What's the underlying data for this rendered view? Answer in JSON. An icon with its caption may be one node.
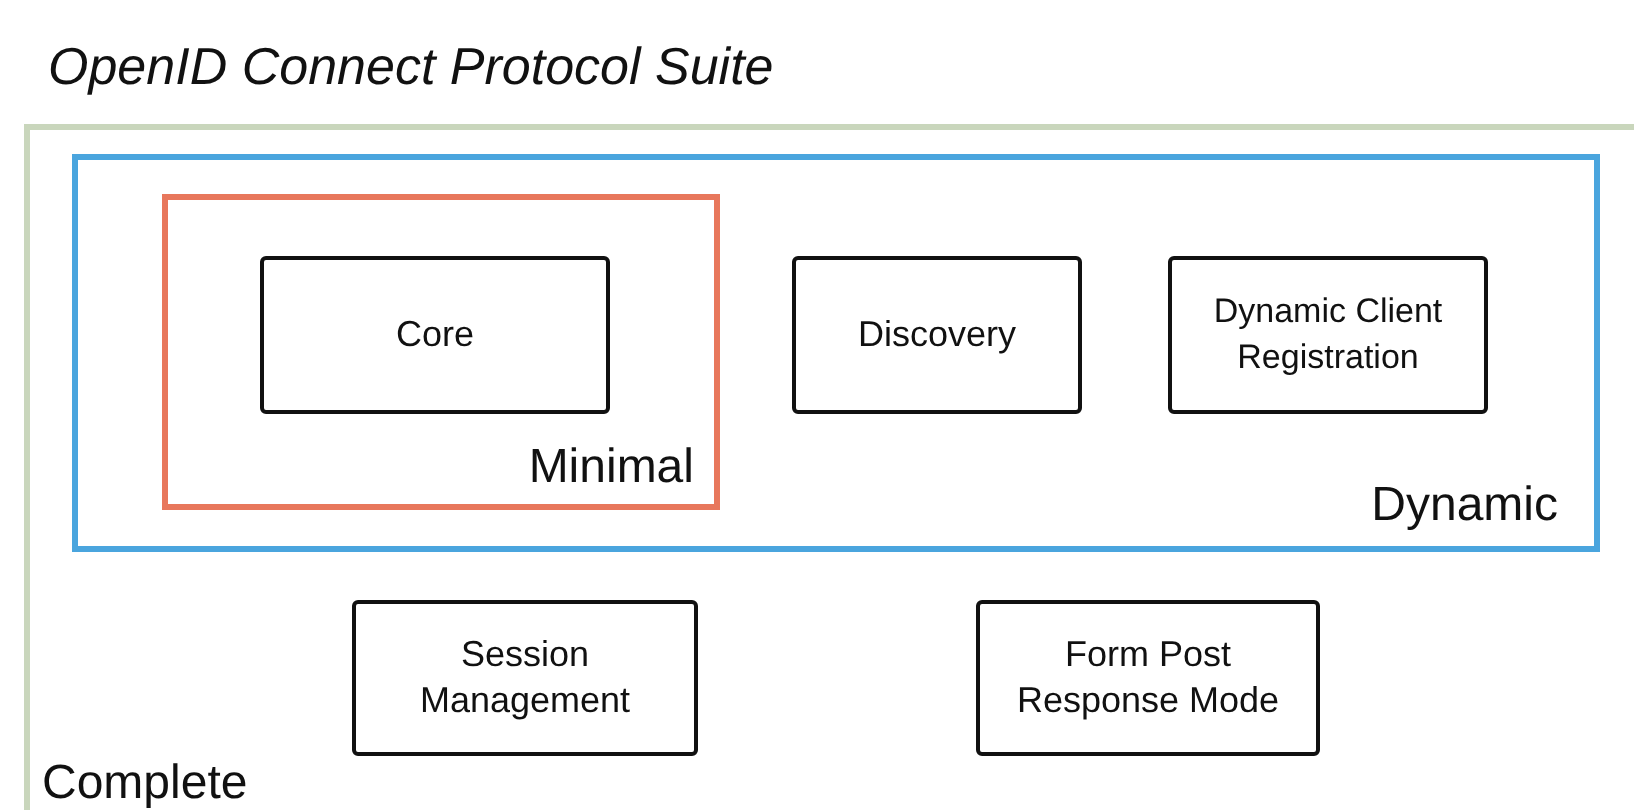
{
  "diagram": {
    "title": "OpenID Connect Protocol Suite",
    "nodes": [
      {
        "text": [
          "Complete"
        ]
      },
      {
        "text": [
          "Dynamic"
        ],
        "in": 0
      },
      {
        "text": [
          "Minimal"
        ],
        "in": 1
      },
      {
        "text": [
          "Core"
        ],
        "in": 2
      },
      {
        "text": [
          "Discovery"
        ],
        "in": 1
      },
      {
        "text": [
          "Dynamic Client Registration"
        ],
        "in": 1
      },
      {
        "text": [
          "Session Management"
        ],
        "in": 0
      },
      {
        "text": [
          "Form Post Response Mode"
        ],
        "in": 0
      }
    ]
  }
}
